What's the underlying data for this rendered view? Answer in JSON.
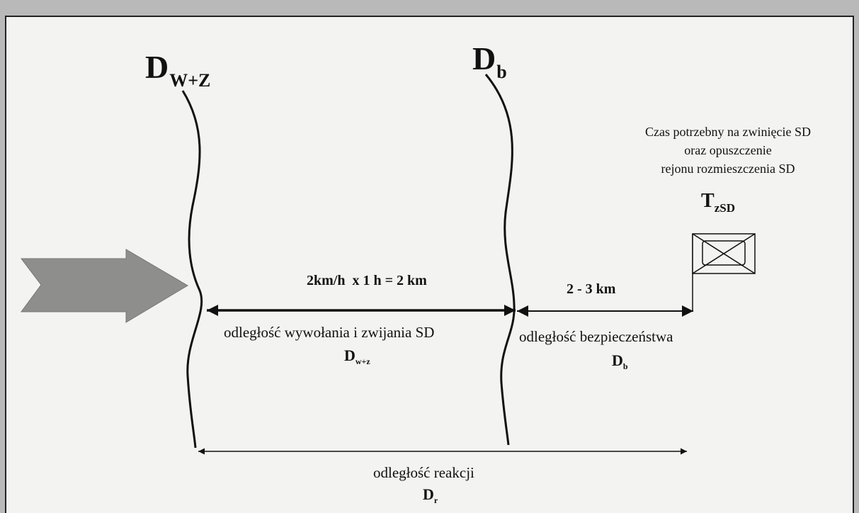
{
  "diagram": {
    "line_labels": {
      "dwz": {
        "main": "D",
        "sub": "W+Z"
      },
      "db": {
        "main": "D",
        "sub": "b"
      }
    },
    "speed_formula": "2km/h  x 1 h = 2 km",
    "safety_range": "2 - 3 km",
    "call_distance": {
      "label": "odległość wywołania i zwijania SD",
      "symbol_main": "D",
      "symbol_sub": "w+z"
    },
    "safety_distance": {
      "label": "odległość bezpieczeństwa",
      "symbol_main": "D",
      "symbol_sub": "b"
    },
    "reaction_distance": {
      "label": "odległość reakcji",
      "symbol_main": "D",
      "symbol_sub": "r"
    },
    "note": {
      "line1": "Czas potrzebny na zwinięcie SD",
      "line2": "oraz opuszczenie",
      "line3": "rejonu rozmieszczenia SD"
    },
    "time_symbol": {
      "main": "T",
      "sub": "zSD"
    },
    "colors": {
      "background": "#b9b9b9",
      "paper": "#f3f3f1",
      "ink": "#111111",
      "arrow_fill": "#8e8e8c"
    }
  }
}
